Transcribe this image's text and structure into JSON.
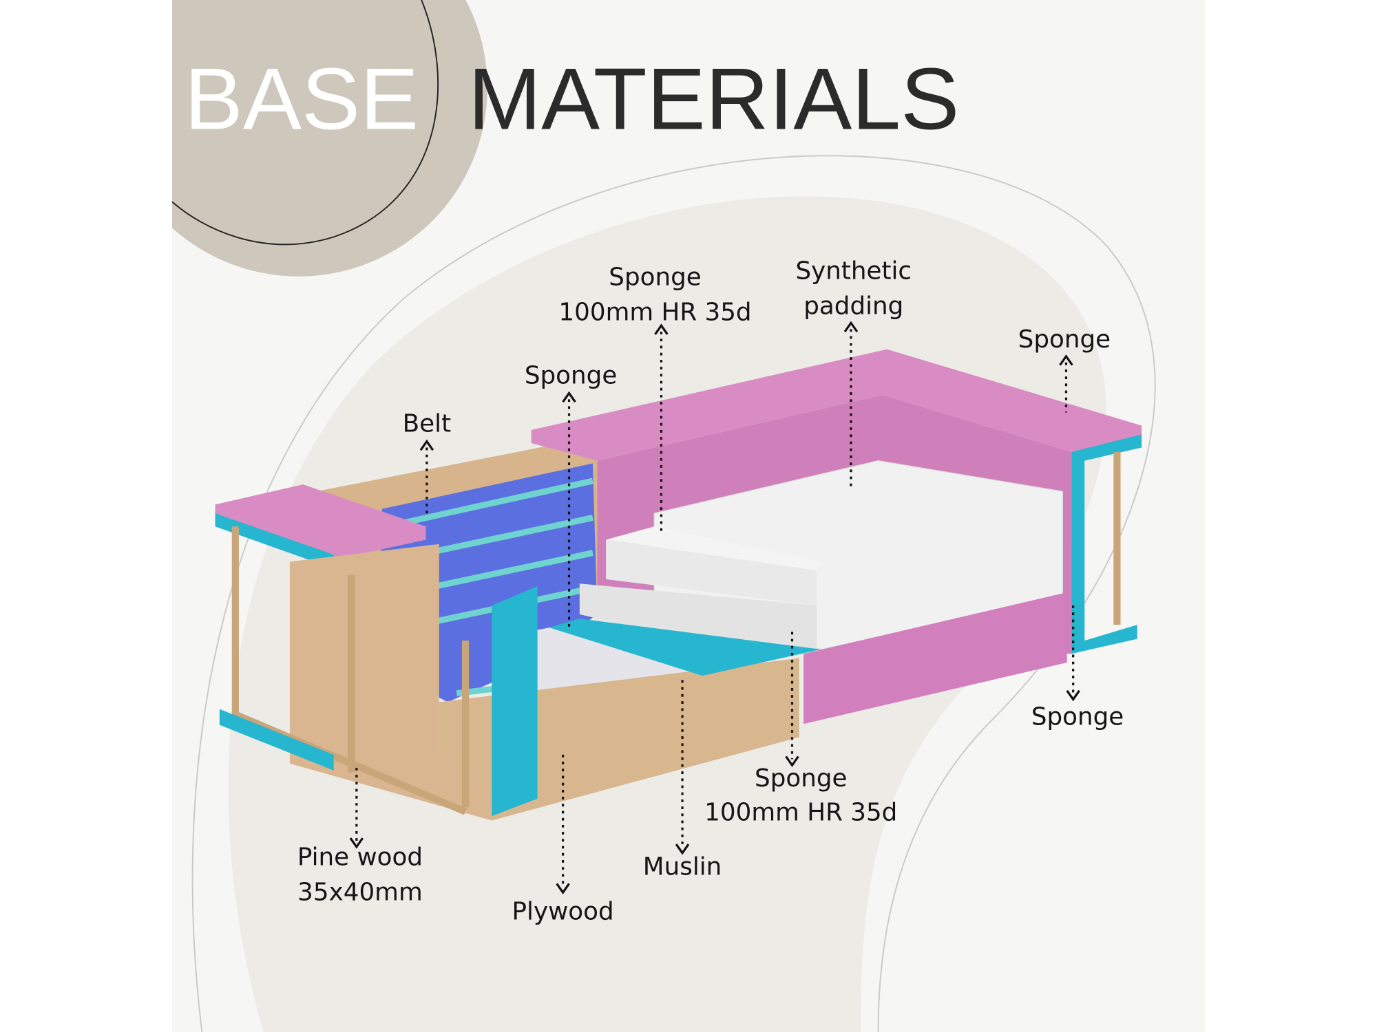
{
  "title": {
    "word1": "BASE",
    "word2": "MATERIALS"
  },
  "labels": {
    "belt": "Belt",
    "sponge_left": "Sponge",
    "sponge_seat_top_1": "Sponge",
    "sponge_seat_top_2": "100mm HR 35d",
    "synthetic_1": "Synthetic",
    "synthetic_2": "padding",
    "sponge_right_top": "Sponge",
    "sponge_right_bottom": "Sponge",
    "sponge_seat_bottom_1": "Sponge",
    "sponge_seat_bottom_2": "100mm HR 35d",
    "pine_1": "Pine wood",
    "pine_2": "35x40mm",
    "plywood": "Plywood",
    "muslin": "Muslin"
  },
  "colors": {
    "beige": "#cdc8bb",
    "pink": "#d687c0",
    "cyan": "#27b6cf",
    "wood": "#d7b48c",
    "belt": "#5b6fe0",
    "foam": "#eeeeee",
    "text": "#2b2b2b"
  }
}
